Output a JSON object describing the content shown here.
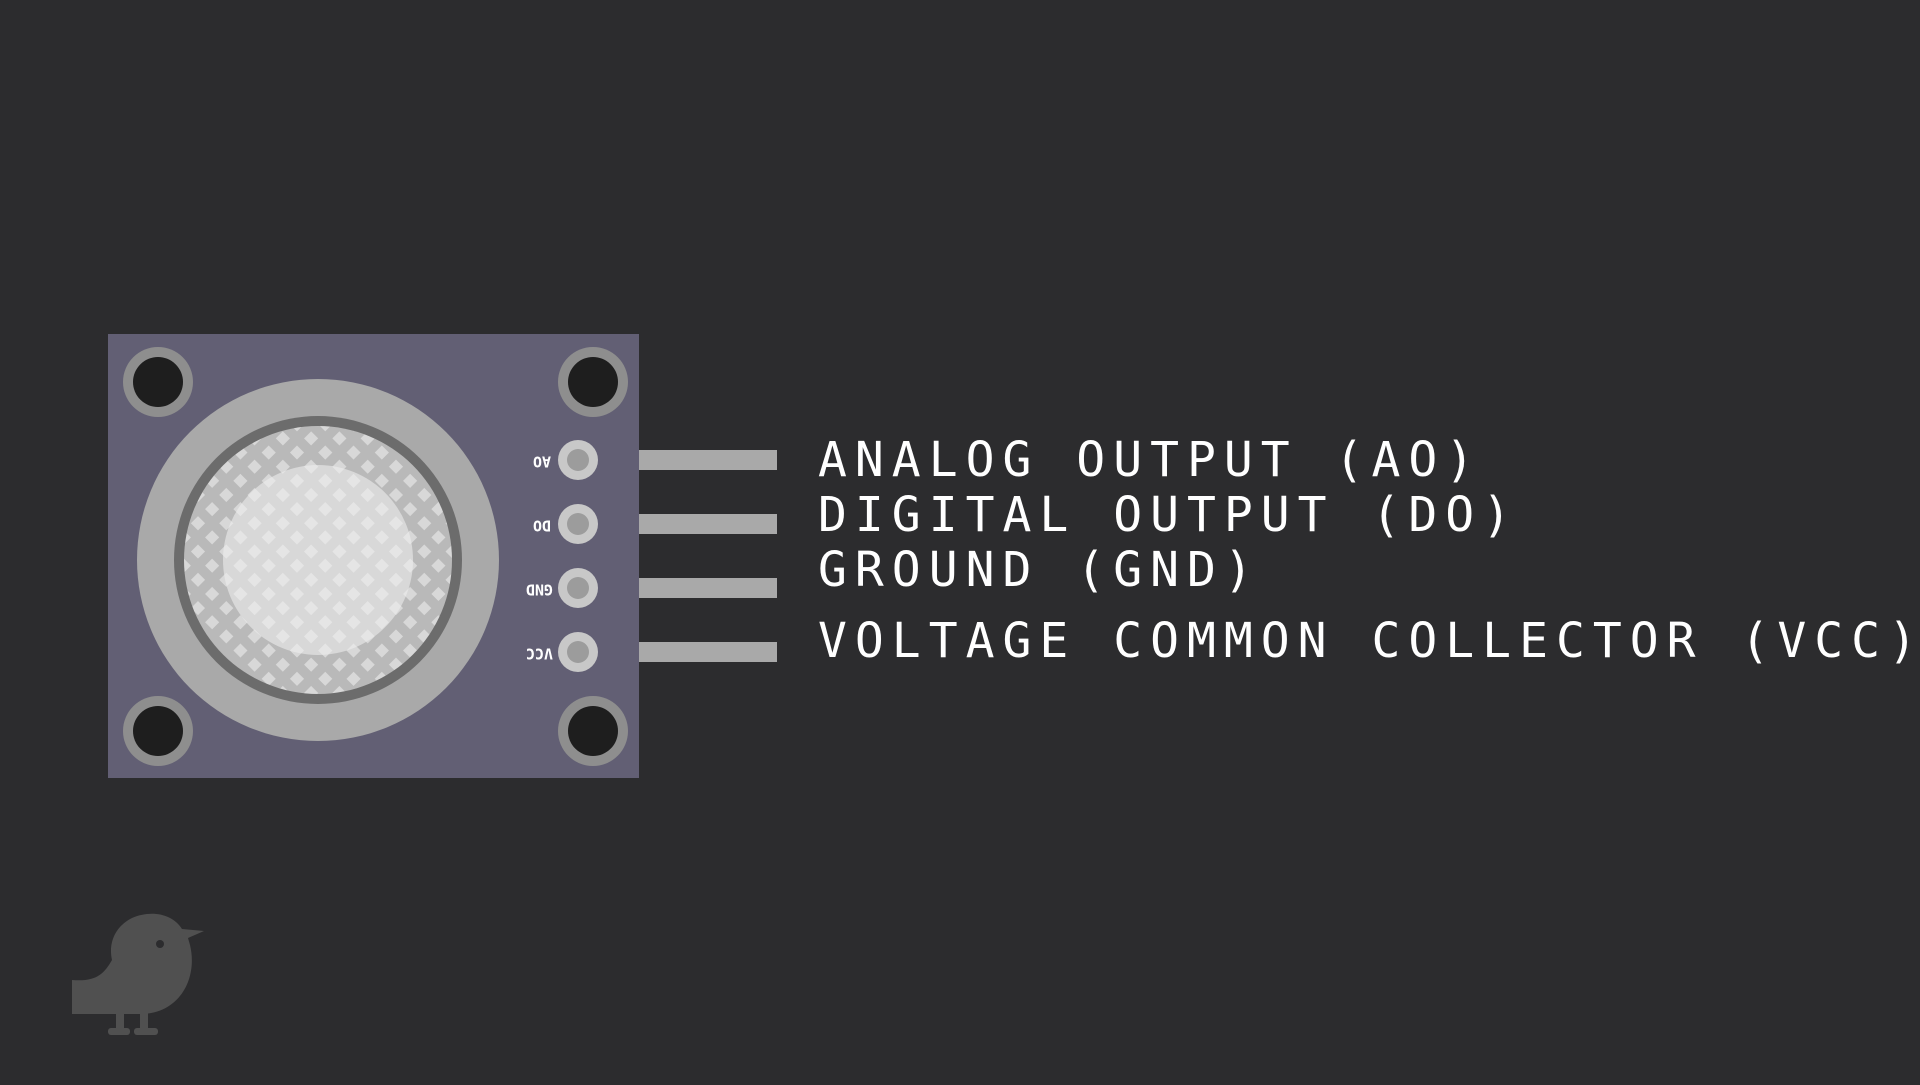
{
  "colors": {
    "background": "#2c2c2e",
    "board": "#625f74",
    "hole_ring": "#8e8e8e",
    "hole": "#1e1e1e",
    "sensor_outer": "#a9a9a9",
    "sensor_rim": "#6c6c6c",
    "mesh": "#b9b9b9",
    "mesh_dot": "#d8d8d8",
    "sensor_center": "#dadada",
    "pad_outer": "#c8c8c8",
    "pad_inner": "#9c9c9c",
    "pin_wire": "#a9a9a9",
    "text": "#ffffff",
    "logo": "#505050"
  },
  "icons": {
    "logo": "bird-logo-icon"
  },
  "pins": [
    {
      "board_label": "AO",
      "description": "ANALOG OUTPUT (AO)"
    },
    {
      "board_label": "DO",
      "description": "DIGITAL OUTPUT (DO)"
    },
    {
      "board_label": "GND",
      "description": "GROUND (GND)"
    },
    {
      "board_label": "VCC",
      "description": "VOLTAGE COMMON COLLECTOR (VCC)"
    }
  ]
}
